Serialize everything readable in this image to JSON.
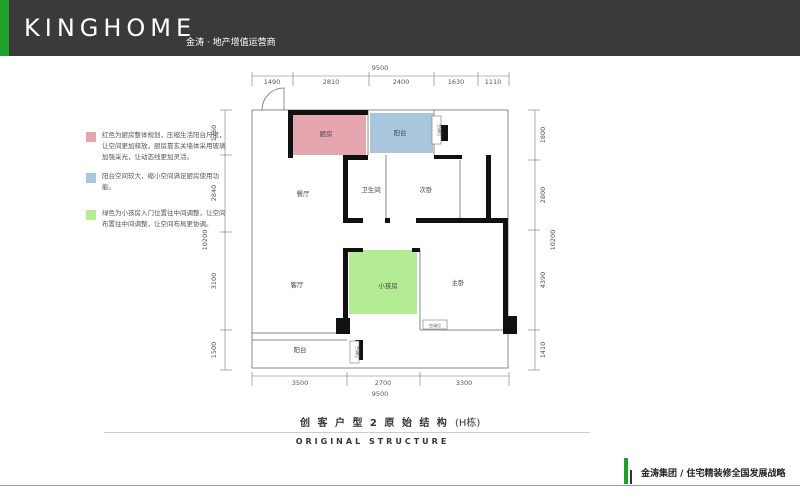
{
  "header": {
    "brand": "KINGHOME",
    "tagline": "金涛 · 地产增值运营商",
    "accent_color": "#1fa02a"
  },
  "legend": [
    {
      "color": "#e6a6b0",
      "text": "红色为厨房整体规划，压缩生活阳台尺度，让空间更加释放，厨房靠玄关墙体采用玻璃加强采光，让动态线更加灵活。"
    },
    {
      "color": "#a8c7df",
      "text": "阳台空间较大，缩小空间满足厨房使用功能。"
    },
    {
      "color": "#b3ec94",
      "text": "绿色为小孩房入门位置往中间调整，让空间布置往中间调整，让空间布局更协调。"
    }
  ],
  "plan": {
    "dims_top": [
      "1490",
      "2810",
      "2400",
      "1630",
      "1110"
    ],
    "dim_top_total": "9500",
    "dims_bottom": [
      "3500",
      "2700",
      "3300"
    ],
    "dim_bottom_total": "9500",
    "dims_left": [
      "1760",
      "2840",
      "3100",
      "1500"
    ],
    "dim_left_total": "10200",
    "dims_right": [
      "1800",
      "2800",
      "4390",
      "1410"
    ],
    "dim_right_total": "10200",
    "rooms": {
      "kitchen": "厨房",
      "balcony_top": "阳台",
      "dining": "餐厅",
      "bathroom": "卫生间",
      "bedroom2": "次卧",
      "living": "客厅",
      "kids_room": "小孩房",
      "master": "主卧",
      "balcony_bottom": "阳台"
    },
    "tags": {
      "top": "空调位",
      "right_mid": "空调位",
      "bottom": "空调位"
    }
  },
  "caption": {
    "title": "创 客 户 型 2 原 始 结 构",
    "building": "(H栋)",
    "english": "ORIGINAL STRUCTURE"
  },
  "footer": {
    "text": "金涛集团 / 住宅精装修全国发展战略"
  }
}
